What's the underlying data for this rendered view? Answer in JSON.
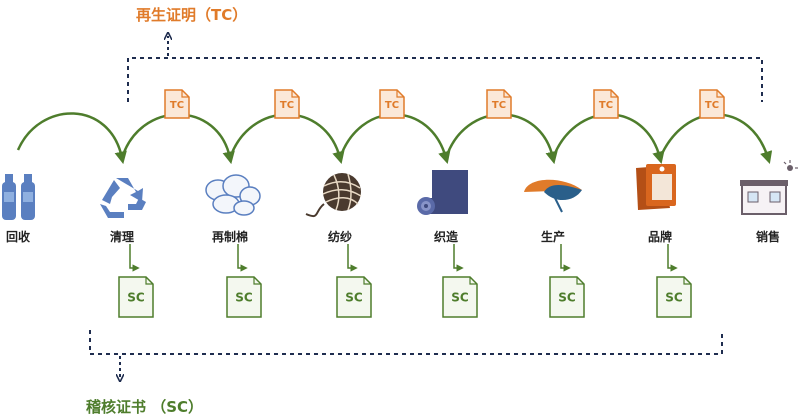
{
  "tc_title": "再生证明（TC）",
  "sc_title": "稽核证书  （SC）",
  "tc_doc_label": "TC",
  "sc_doc_label": "SC",
  "stages": [
    {
      "label": "回收",
      "icon": "bottles-icon"
    },
    {
      "label": "清理",
      "icon": "recycle-icon"
    },
    {
      "label": "再制棉",
      "icon": "cotton-cloud-icon"
    },
    {
      "label": "纺纱",
      "icon": "yarn-ball-icon"
    },
    {
      "label": "织造",
      "icon": "fabric-roll-icon"
    },
    {
      "label": "生产",
      "icon": "umbrella-icon"
    },
    {
      "label": "品牌",
      "icon": "brand-tag-icon"
    },
    {
      "label": "销售",
      "icon": "shop-icon"
    }
  ],
  "colors": {
    "tc_orange": "#e07b2a",
    "sc_green": "#4e7d2c",
    "arc_green": "#4e7d2c",
    "dashed_navy": "#1f2d4f"
  }
}
